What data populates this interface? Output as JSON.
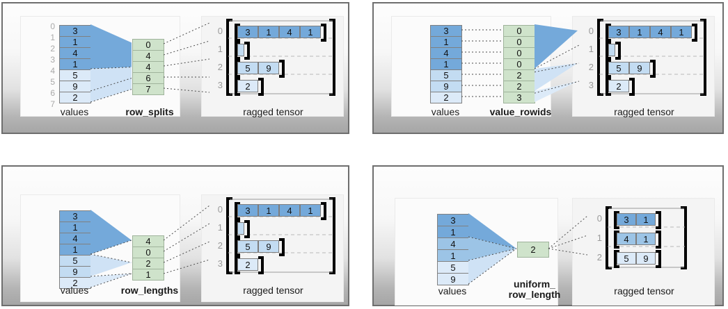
{
  "meta": {
    "title": "RaggedTensor encodings",
    "colors": {
      "blue_dark": "#74a9da",
      "blue_mid": "#9cc4e6",
      "blue_light": "#c3dcf2",
      "blue_lightest": "#dceaf8",
      "green": "#cfe3cb",
      "panel_border": "#6e6e6e",
      "index_gray": "#a9a9a9",
      "dotted": "#555555"
    }
  },
  "panels": [
    {
      "id": "row_splits",
      "values_label": "values",
      "encoding_label": "row_splits",
      "tensor_label": "ragged tensor",
      "values": [
        "3",
        "1",
        "4",
        "1",
        "5",
        "9",
        "2"
      ],
      "value_shades": [
        "b0",
        "b0",
        "b0",
        "b0",
        "b3",
        "b3",
        "b3"
      ],
      "index_ticks": [
        "0",
        "1",
        "2",
        "3",
        "4",
        "5",
        "6",
        "7"
      ],
      "encoding_values": [
        "0",
        "4",
        "4",
        "6",
        "7"
      ],
      "rows": [
        {
          "index": "0",
          "cells": [
            "3",
            "1",
            "4",
            "1"
          ],
          "shade": "b0"
        },
        {
          "index": "1",
          "cells": [],
          "shade": "b2"
        },
        {
          "index": "2",
          "cells": [
            "5",
            "9"
          ],
          "shade": "b2"
        },
        {
          "index": "3",
          "cells": [
            "2"
          ],
          "shade": "b3"
        }
      ]
    },
    {
      "id": "value_rowids",
      "values_label": "values",
      "encoding_label": "value_rowids",
      "tensor_label": "ragged tensor",
      "values": [
        "3",
        "1",
        "4",
        "1",
        "5",
        "9",
        "2"
      ],
      "value_shades": [
        "b0",
        "b0",
        "b0",
        "b0",
        "b2",
        "b2",
        "b3"
      ],
      "index_ticks": [],
      "encoding_values": [
        "0",
        "0",
        "0",
        "0",
        "2",
        "2",
        "3"
      ],
      "rows": [
        {
          "index": "0",
          "cells": [
            "3",
            "1",
            "4",
            "1"
          ],
          "shade": "b0"
        },
        {
          "index": "1",
          "cells": [],
          "shade": "b2"
        },
        {
          "index": "2",
          "cells": [
            "5",
            "9"
          ],
          "shade": "b2"
        },
        {
          "index": "3",
          "cells": [
            "2"
          ],
          "shade": "b3"
        }
      ]
    },
    {
      "id": "row_lengths",
      "values_label": "values",
      "encoding_label": "row_lengths",
      "tensor_label": "ragged tensor",
      "values": [
        "3",
        "1",
        "4",
        "1",
        "5",
        "9",
        "2"
      ],
      "value_shades": [
        "b0",
        "b0",
        "b0",
        "b0",
        "b2",
        "b2",
        "b3"
      ],
      "index_ticks": [],
      "encoding_values": [
        "4",
        "0",
        "2",
        "1"
      ],
      "rows": [
        {
          "index": "0",
          "cells": [
            "3",
            "1",
            "4",
            "1"
          ],
          "shade": "b0"
        },
        {
          "index": "1",
          "cells": [],
          "shade": "b2"
        },
        {
          "index": "2",
          "cells": [
            "5",
            "9"
          ],
          "shade": "b2"
        },
        {
          "index": "3",
          "cells": [
            "2"
          ],
          "shade": "b3"
        }
      ]
    },
    {
      "id": "uniform_row_length",
      "values_label": "values",
      "encoding_label": "uniform_\nrow_length",
      "tensor_label": "ragged tensor",
      "values": [
        "3",
        "1",
        "4",
        "1",
        "5",
        "9"
      ],
      "value_shades": [
        "b0",
        "b0",
        "b1",
        "b1",
        "b3",
        "b3"
      ],
      "index_ticks": [],
      "encoding_values": [
        "2"
      ],
      "rows": [
        {
          "index": "0",
          "cells": [
            "3",
            "1"
          ],
          "shade": "b0"
        },
        {
          "index": "1",
          "cells": [
            "4",
            "1"
          ],
          "shade": "b1"
        },
        {
          "index": "2",
          "cells": [
            "5",
            "9"
          ],
          "shade": "b3"
        }
      ]
    }
  ]
}
